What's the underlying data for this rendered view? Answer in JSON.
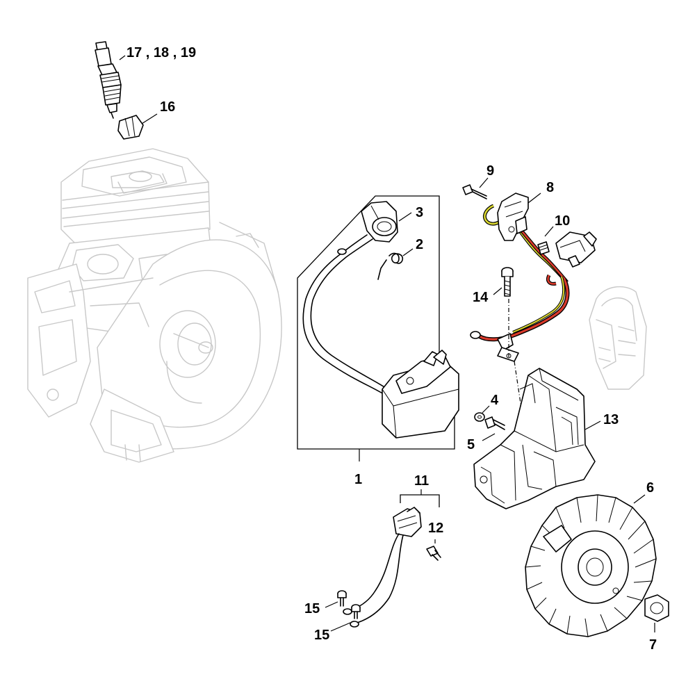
{
  "diagram": {
    "type": "exploded-parts-diagram",
    "callouts": {
      "c1": "1",
      "c2": "2",
      "c3": "3",
      "c4": "4",
      "c5": "5",
      "c6": "6",
      "c7": "7",
      "c8": "8",
      "c9": "9",
      "c10": "10",
      "c11": "11",
      "c12": "12",
      "c13": "13",
      "c14": "14",
      "c15a": "15",
      "c15b": "15",
      "c16": "16",
      "c17": "17 , 18 , 19"
    },
    "colors": {
      "wire_red": "#d93a2b",
      "wire_yellow": "#d9d630",
      "ghost_outline": "#c8c8c8",
      "line": "#000000"
    }
  }
}
